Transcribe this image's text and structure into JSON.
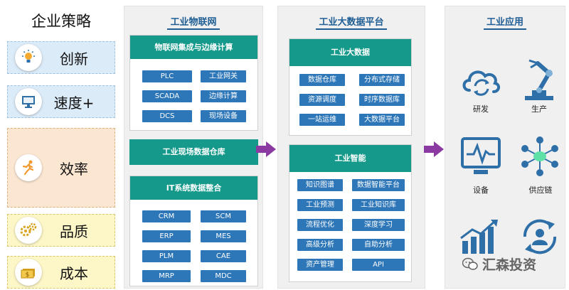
{
  "strategy": {
    "title": "企业策略",
    "items": [
      {
        "label": "创新",
        "icon": "lightbulb-icon"
      },
      {
        "label": "速度+",
        "icon": "monitor-icon"
      },
      {
        "label": "效率",
        "icon": "runner-icon"
      },
      {
        "label": "品质",
        "icon": "gears-icon"
      },
      {
        "label": "成本",
        "icon": "money-icon"
      }
    ]
  },
  "iot": {
    "title": "工业物联网",
    "edge": {
      "title": "物联网集成与边缘计算",
      "chips": [
        "PLC",
        "工业网关",
        "SCADA",
        "边缘计算",
        "DCS",
        "现场设备"
      ]
    },
    "warehouse": "工业现场数据仓库",
    "it": {
      "title": "IT系统数据整合",
      "chips": [
        "CRM",
        "SCM",
        "ERP",
        "MES",
        "PLM",
        "CAE",
        "MRP",
        "MDC"
      ]
    }
  },
  "bigdata": {
    "title": "工业大数据平台",
    "data": {
      "title": "工业大数据",
      "chips": [
        "数据仓库",
        "分布式存储",
        "资源调度",
        "时序数据库",
        "一站运维",
        "大数据平台"
      ]
    },
    "ai": {
      "title": "工业智能",
      "chips": [
        "知识图谱",
        "数据智能平台",
        "工业预测",
        "工业知识库",
        "流程优化",
        "深度学习",
        "高级分析",
        "自助分析",
        "资产管理",
        "API"
      ]
    }
  },
  "apps": {
    "title": "工业应用",
    "items": [
      {
        "label": "研发",
        "icon": "cloud-sync-icon"
      },
      {
        "label": "生产",
        "icon": "robot-arm-icon"
      },
      {
        "label": "设备",
        "icon": "device-monitor-icon"
      },
      {
        "label": "供应链",
        "icon": "network-nodes-icon"
      },
      {
        "label": "",
        "icon": "growth-chart-icon"
      },
      {
        "label": "",
        "icon": "user-cycle-icon"
      }
    ]
  },
  "watermark": "汇森投资",
  "colors": {
    "teal": "#14998a",
    "chip_blue": "#2d76b8",
    "title_blue": "#1f5e94",
    "arrow": "#8a3aa0",
    "icon_blue": "#2f6fa8"
  }
}
